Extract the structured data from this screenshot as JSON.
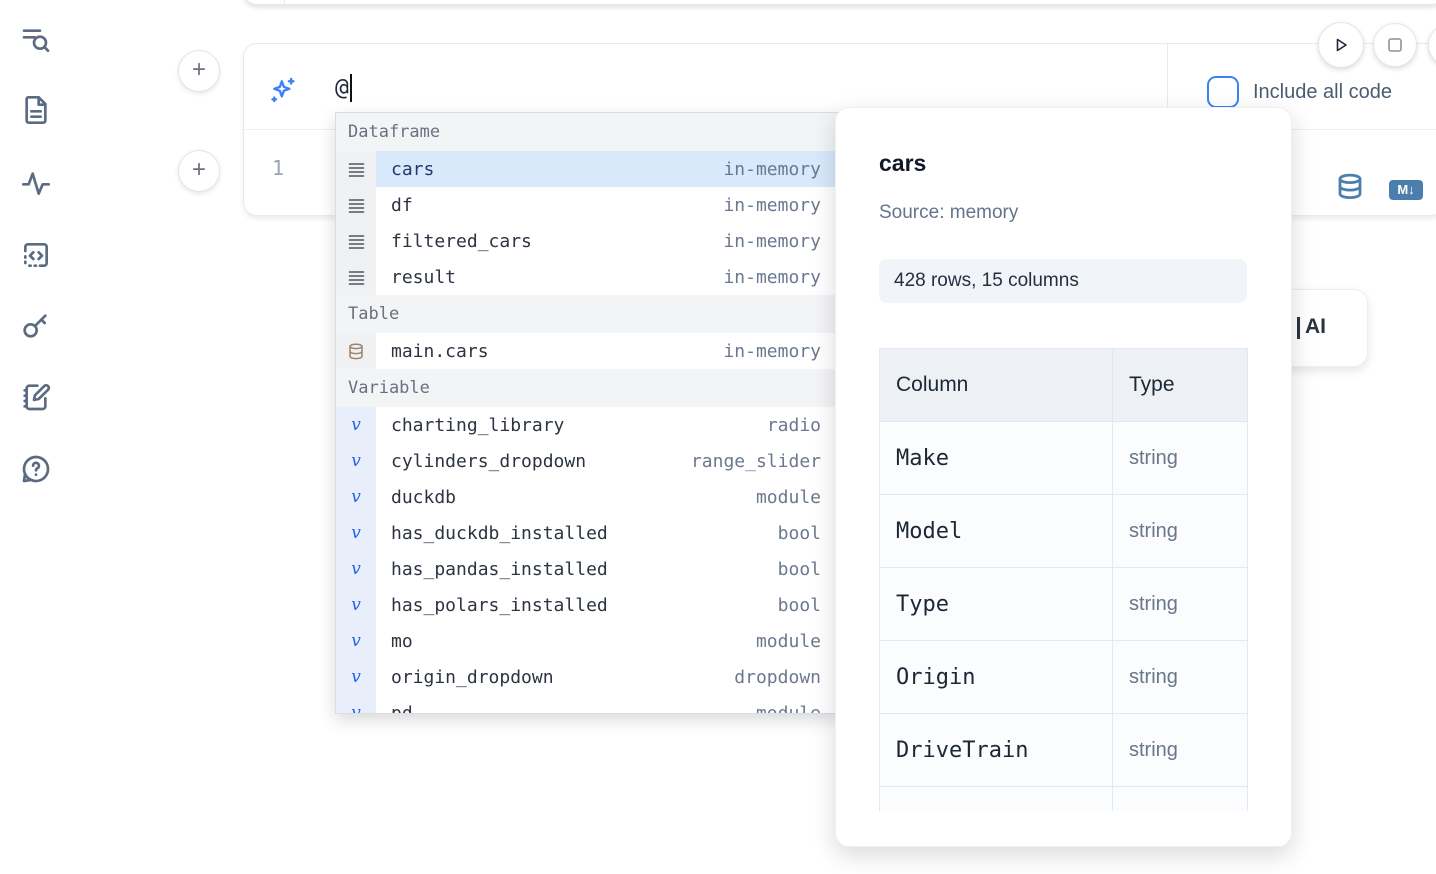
{
  "colors": {
    "accent_blue": "#3b82f6",
    "icon_slate": "#5b6b82",
    "steel_blue": "#4a7fad",
    "selected_row_bg": "#d8e9fb",
    "section_header_bg": "#f3f4f6",
    "badge_bg": "#f1f5f9",
    "table_header_bg": "#edf1f6"
  },
  "sidebar": {
    "icons": [
      "search-list-icon",
      "file-text-icon",
      "activity-icon",
      "code-square-icon",
      "key-icon",
      "notebook-pen-icon",
      "help-chat-icon"
    ]
  },
  "add_buttons": {
    "label": "+"
  },
  "prompt": {
    "value": "@",
    "icon": "sparkles-icon"
  },
  "controls": {
    "include_all_code_label": "Include all code",
    "buttons": [
      "run-button",
      "stop-button"
    ]
  },
  "editor": {
    "line_number": "1"
  },
  "cell_toolbar": {
    "icons": [
      "database-icon",
      "markdown-icon"
    ],
    "markdown_badge_text": "M↓",
    "ai_card_label": "AI"
  },
  "autocomplete": {
    "sections": [
      {
        "label": "Dataframe",
        "items": [
          {
            "name": "cars",
            "type": "in-memory",
            "icon": "dataframe-icon",
            "selected": true
          },
          {
            "name": "df",
            "type": "in-memory",
            "icon": "dataframe-icon",
            "selected": false
          },
          {
            "name": "filtered_cars",
            "type": "in-memory",
            "icon": "dataframe-icon",
            "selected": false
          },
          {
            "name": "result",
            "type": "in-memory",
            "icon": "dataframe-icon",
            "selected": false
          }
        ]
      },
      {
        "label": "Table",
        "items": [
          {
            "name": "main.cars",
            "type": "in-memory",
            "icon": "table-db-icon",
            "selected": false
          }
        ]
      },
      {
        "label": "Variable",
        "items": [
          {
            "name": "charting_library",
            "type": "radio",
            "icon": "variable-icon",
            "selected": false
          },
          {
            "name": "cylinders_dropdown",
            "type": "range_slider",
            "icon": "variable-icon",
            "selected": false
          },
          {
            "name": "duckdb",
            "type": "module",
            "icon": "variable-icon",
            "selected": false
          },
          {
            "name": "has_duckdb_installed",
            "type": "bool",
            "icon": "variable-icon",
            "selected": false
          },
          {
            "name": "has_pandas_installed",
            "type": "bool",
            "icon": "variable-icon",
            "selected": false
          },
          {
            "name": "has_polars_installed",
            "type": "bool",
            "icon": "variable-icon",
            "selected": false
          },
          {
            "name": "mo",
            "type": "module",
            "icon": "variable-icon",
            "selected": false
          },
          {
            "name": "origin_dropdown",
            "type": "dropdown",
            "icon": "variable-icon",
            "selected": false
          },
          {
            "name": "pd",
            "type": "module",
            "icon": "variable-icon",
            "selected": false
          }
        ]
      }
    ]
  },
  "preview": {
    "title": "cars",
    "source": "Source: memory",
    "shape": "428 rows, 15 columns",
    "table": {
      "headers": [
        "Column",
        "Type"
      ],
      "rows": [
        [
          "Make",
          "string"
        ],
        [
          "Model",
          "string"
        ],
        [
          "Type",
          "string"
        ],
        [
          "Origin",
          "string"
        ],
        [
          "DriveTrain",
          "string"
        ],
        [
          "",
          ""
        ]
      ]
    }
  }
}
